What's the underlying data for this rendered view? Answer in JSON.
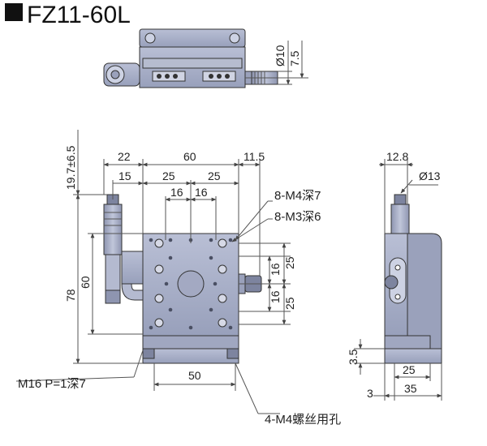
{
  "title": "FZ11-60L",
  "top_view": {
    "dims": [
      "Ø10",
      "7.5"
    ]
  },
  "front_view": {
    "dims_top": [
      "22",
      "60",
      "11.5",
      "15",
      "25",
      "25",
      "16",
      "16"
    ],
    "dims_left": [
      "19.7±6.5",
      "78",
      "60"
    ],
    "dims_right": [
      "16",
      "25",
      "16",
      "25"
    ],
    "dims_bottom": [
      "50"
    ],
    "callouts": [
      "8-M4深7",
      "8-M3深6"
    ],
    "notes": [
      "M16 P=1深7",
      "4-M4螺丝用孔"
    ]
  },
  "side_view": {
    "dims_top": [
      "12.8",
      "Ø13"
    ],
    "dims_left": [
      "3.5",
      "3"
    ],
    "dims_bottom": [
      "25",
      "35"
    ]
  },
  "colors": {
    "stage_metal": "#a7aec6",
    "stage_dark": "#6f7590",
    "line": "#333333",
    "dim_line": "#555555"
  }
}
